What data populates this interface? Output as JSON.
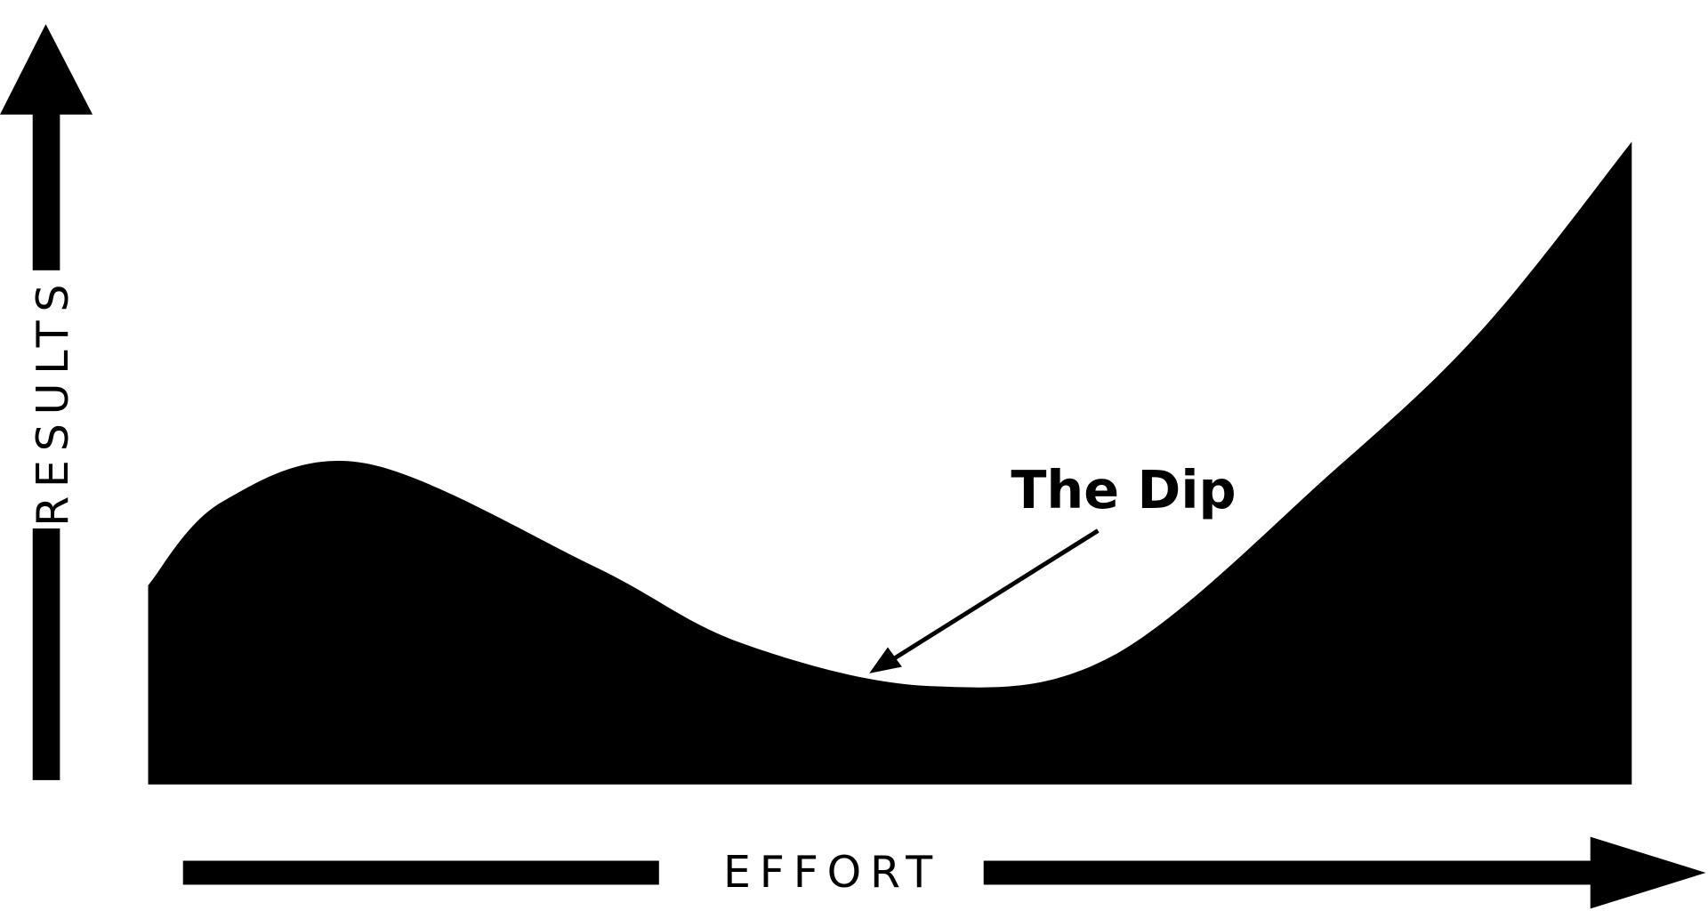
{
  "chart_data": {
    "type": "area",
    "title": "",
    "xlabel": "EFFORT",
    "ylabel": "RESULTS",
    "xlim": [
      0,
      100
    ],
    "ylim": [
      0,
      100
    ],
    "grid": false,
    "x": [
      0,
      5,
      14.6,
      30,
      40,
      52.8,
      65,
      80,
      90,
      100
    ],
    "y": [
      31,
      44,
      50,
      34,
      22,
      15.3,
      20,
      49,
      71,
      100
    ],
    "annotations": [
      {
        "text": "The Dip",
        "x": 49,
        "y": 17
      }
    ],
    "colors": {
      "fill": "#000000",
      "axis": "#000000",
      "background": "#ffffff"
    }
  }
}
